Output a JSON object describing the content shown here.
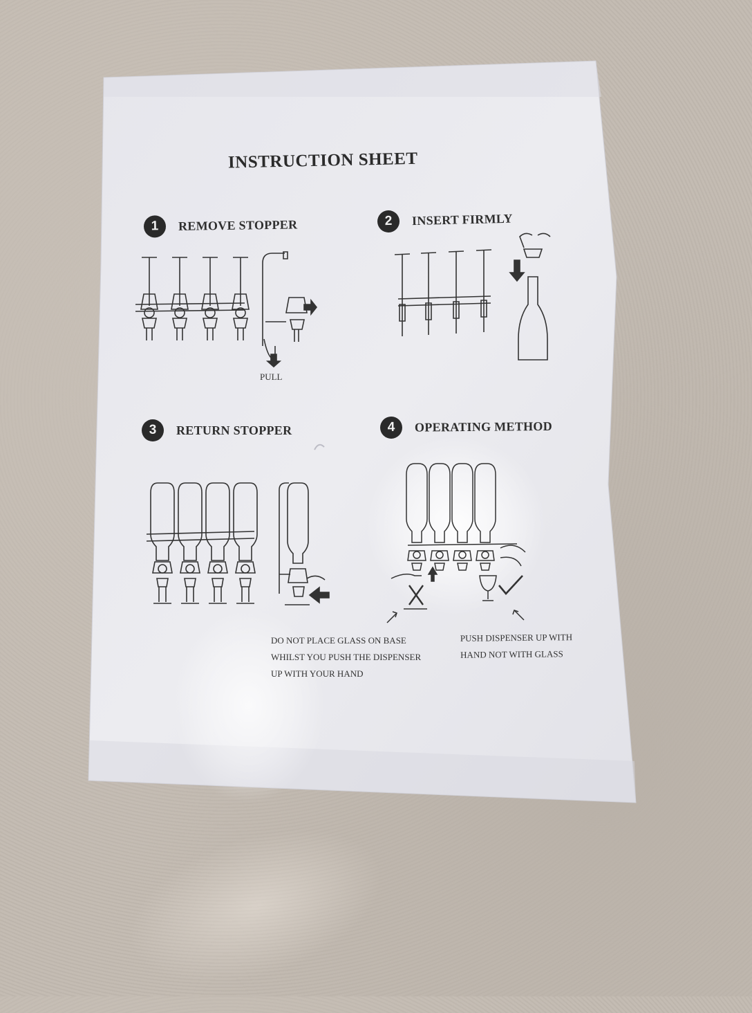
{
  "sheet": {
    "title": "INSTRUCTION SHEET",
    "steps": [
      {
        "number": "1",
        "label": "REMOVE STOPPER"
      },
      {
        "number": "2",
        "label": "INSERT FIRMLY"
      },
      {
        "number": "3",
        "label": "RETURN STOPPER"
      },
      {
        "number": "4",
        "label": "OPERATING METHOD"
      }
    ],
    "pull_label": "PULL",
    "note_left": [
      "DO NOT PLACE  GLASS ON BASE",
      "WHILST YOU PUSH THE DISPENSER",
      "UP WITH YOUR HAND"
    ],
    "note_right": [
      "PUSH DISPENSER UP WITH",
      "HAND NOT WITH GLASS"
    ]
  },
  "colors": {
    "paper": "#e9e9ee",
    "ink": "#2b2b2b",
    "carpet": "#c2bab1"
  }
}
